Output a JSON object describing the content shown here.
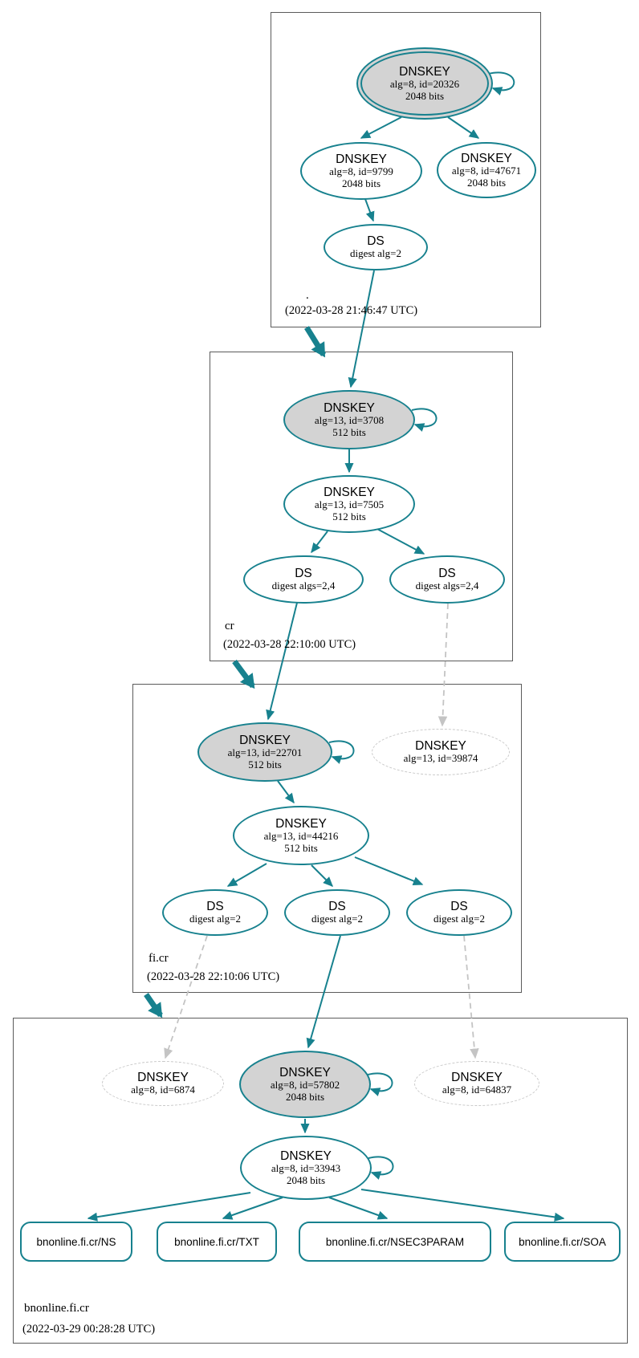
{
  "diagram_type": "dnssec-authentication-chain-graph",
  "colors": {
    "edge_teal": "#17818e",
    "node_fill_gray": "#d3d3d3",
    "dashed_gray": "#c8c8c8",
    "box_border": "#5b5b5b"
  },
  "zones": [
    {
      "label": ".",
      "timestamp": "(2022-03-28 21:46:47 UTC)",
      "nodes": {
        "ksk": {
          "title": "DNSKEY",
          "detail": "alg=8, id=20326",
          "bits": "2048 bits"
        },
        "zsk1": {
          "title": "DNSKEY",
          "detail": "alg=8, id=9799",
          "bits": "2048 bits"
        },
        "zsk2": {
          "title": "DNSKEY",
          "detail": "alg=8, id=47671",
          "bits": "2048 bits"
        },
        "ds": {
          "title": "DS",
          "detail": "digest alg=2"
        }
      }
    },
    {
      "label": "cr",
      "timestamp": "(2022-03-28 22:10:00 UTC)",
      "nodes": {
        "ksk": {
          "title": "DNSKEY",
          "detail": "alg=13, id=3708",
          "bits": "512 bits"
        },
        "zsk": {
          "title": "DNSKEY",
          "detail": "alg=13, id=7505",
          "bits": "512 bits"
        },
        "ds1": {
          "title": "DS",
          "detail": "digest algs=2,4"
        },
        "ds2": {
          "title": "DS",
          "detail": "digest algs=2,4"
        }
      }
    },
    {
      "label": "fi.cr",
      "timestamp": "(2022-03-28 22:10:06 UTC)",
      "nodes": {
        "ksk": {
          "title": "DNSKEY",
          "detail": "alg=13, id=22701",
          "bits": "512 bits"
        },
        "missing": {
          "title": "DNSKEY",
          "detail": "alg=13, id=39874"
        },
        "zsk": {
          "title": "DNSKEY",
          "detail": "alg=13, id=44216",
          "bits": "512 bits"
        },
        "ds1": {
          "title": "DS",
          "detail": "digest alg=2"
        },
        "ds2": {
          "title": "DS",
          "detail": "digest alg=2"
        },
        "ds3": {
          "title": "DS",
          "detail": "digest alg=2"
        }
      }
    },
    {
      "label": "bnonline.fi.cr",
      "timestamp": "(2022-03-29 00:28:28 UTC)",
      "nodes": {
        "missing1": {
          "title": "DNSKEY",
          "detail": "alg=8, id=6874"
        },
        "ksk": {
          "title": "DNSKEY",
          "detail": "alg=8, id=57802",
          "bits": "2048 bits"
        },
        "missing2": {
          "title": "DNSKEY",
          "detail": "alg=8, id=64837"
        },
        "zsk": {
          "title": "DNSKEY",
          "detail": "alg=8, id=33943",
          "bits": "2048 bits"
        },
        "rrsets": [
          {
            "label": "bnonline.fi.cr/NS"
          },
          {
            "label": "bnonline.fi.cr/TXT"
          },
          {
            "label": "bnonline.fi.cr/NSEC3PARAM"
          },
          {
            "label": "bnonline.fi.cr/SOA"
          }
        ]
      }
    }
  ]
}
